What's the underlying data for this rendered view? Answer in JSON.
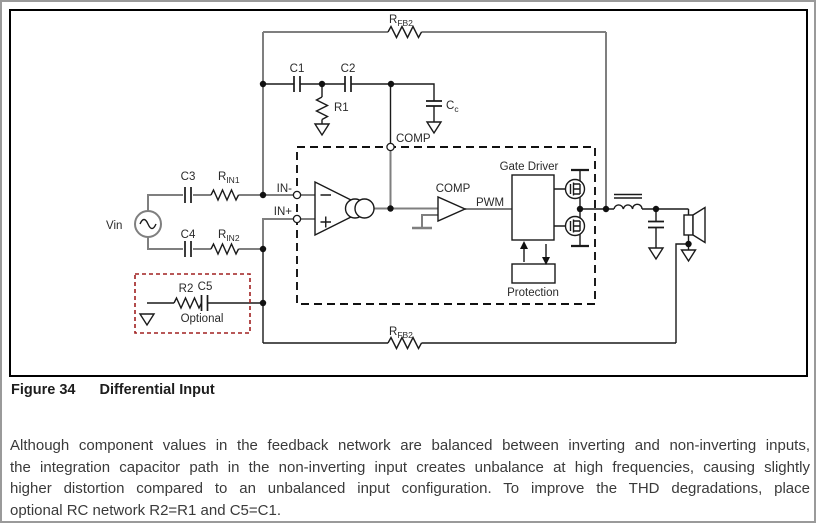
{
  "window": {
    "bg": "#ffffff",
    "page_border_color": "#9a9a9a",
    "figure_frame_color": "#000000"
  },
  "caption": {
    "label": "Figure 34",
    "title": "Differential Input"
  },
  "body_text": {
    "lines": [
      "Although component values in the feedback network are balanced between inverting and non-inverting inputs,",
      "the integration capacitor path in the non-inverting input creates unbalance at high frequencies, causing slightly",
      "higher distortion compared to an unbalanced input configuration. To improve the THD degradations, place",
      "optional RC network R2=R1 and C5=C1."
    ]
  },
  "schematic": {
    "colors": {
      "wire_gray": "#7f7f7f",
      "component_black": "#1a1a1a",
      "optional_box_red": "#a02020"
    },
    "labels": {
      "rfb_top": {
        "base": "R",
        "sub": "FB2"
      },
      "rfb_bottom": {
        "base": "R",
        "sub": "FB2"
      },
      "c1": "C1",
      "c2": "C2",
      "r1": "R1",
      "cc": {
        "base": "C",
        "sub": "c"
      },
      "comp_node": "COMP",
      "c3": "C3",
      "rin1": {
        "base": "R",
        "sub": "IN1"
      },
      "c4": "C4",
      "rin2": {
        "base": "R",
        "sub": "IN2"
      },
      "vin": "Vin",
      "in_minus": "IN-",
      "in_plus": "IN+",
      "comparator": "COMP",
      "pwm": "PWM",
      "gate_driver": "Gate Driver",
      "protection": "Protection",
      "r2": "R2",
      "c5": "C5",
      "optional": "Optional"
    }
  }
}
